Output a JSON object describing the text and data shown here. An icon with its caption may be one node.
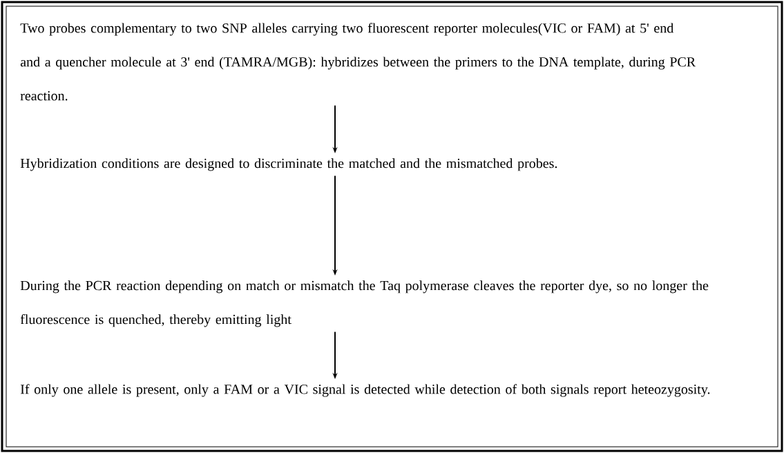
{
  "diagram": {
    "nodes": [
      {
        "text": [
          "Two probes complementary to two SNP alleles carrying two fluorescent reporter molecules(VIC or FAM) at 5' end and a quencher molecule at 3' end (TAMRA/MGB): hybridizes between the primers to the DNA template, during PCR reaction."
        ]
      },
      {
        "text": [
          "Hybridization conditions are designed to discriminate the matched and the mismatched probes."
        ]
      },
      {
        "text": [
          "During the PCR reaction depending on match or mismatch the Taq polymerase cleaves the reporter dye, so no longer the fluorescence is quenched, thereby emitting light"
        ]
      },
      {
        "text": [
          "If only one allele is present, only a FAM or a VIC signal is detected while detection of both signals report heteozygosity."
        ]
      }
    ],
    "edges": [
      {
        "from": 0,
        "to": 1,
        "arrow": "to"
      },
      {
        "from": 1,
        "to": 2,
        "arrow": "to"
      },
      {
        "from": 2,
        "to": 3,
        "arrow": "to"
      }
    ]
  }
}
